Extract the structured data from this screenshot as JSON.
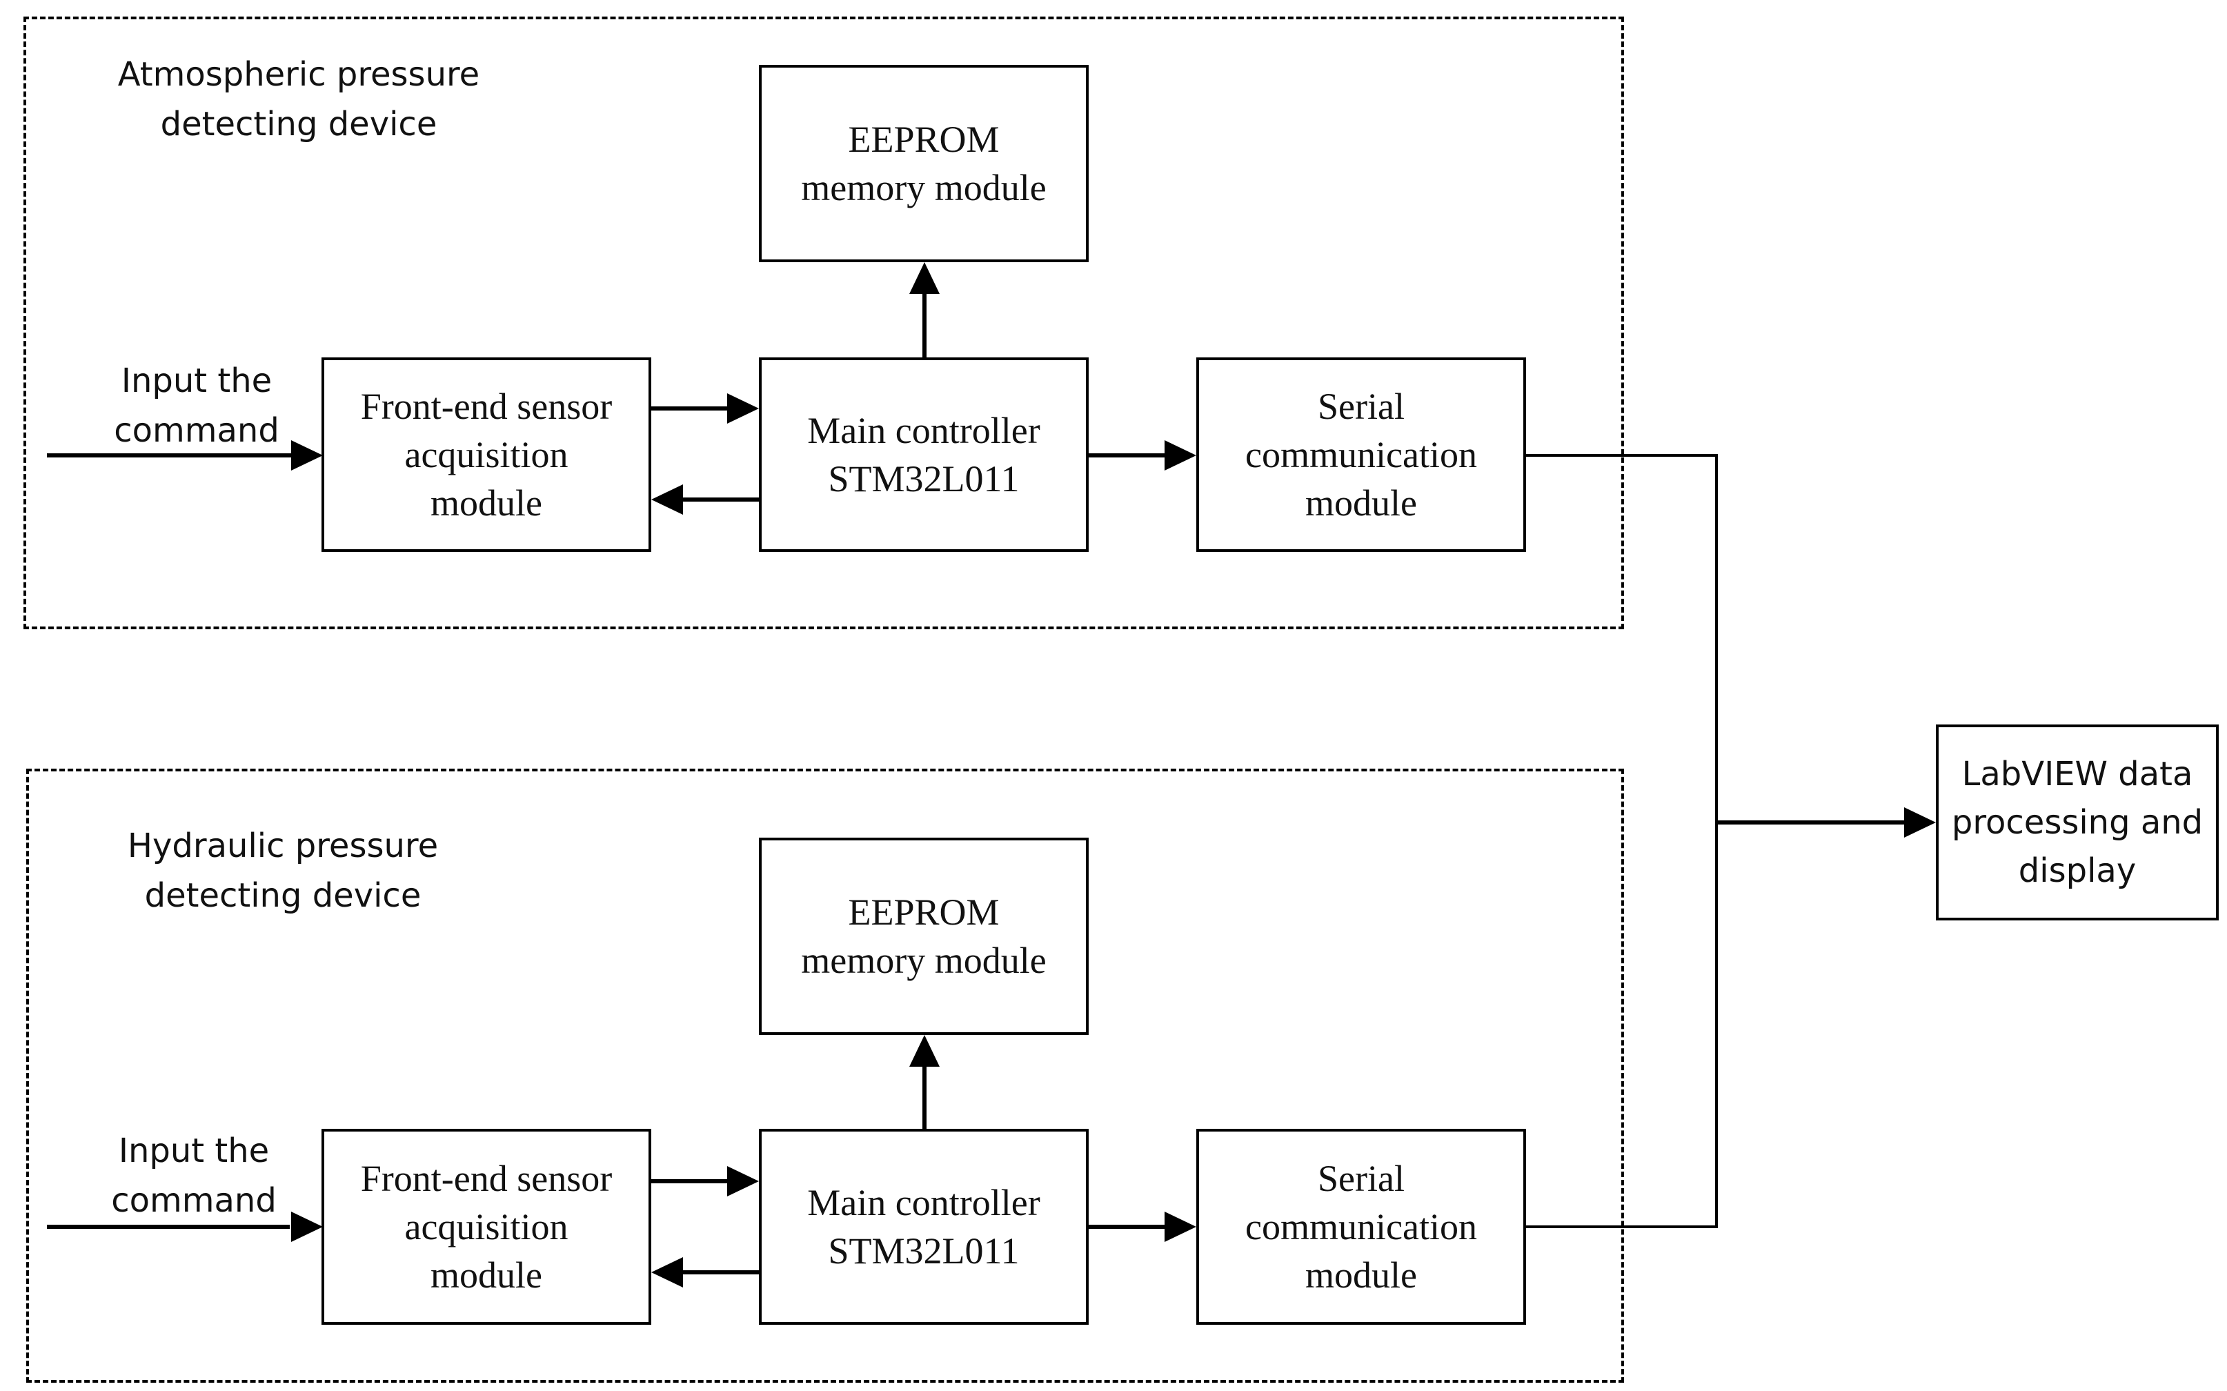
{
  "groups": [
    {
      "title": "Atmospheric pressure\ndetecting device",
      "input_label": "Input the\ncommand",
      "sensor": "Front-end sensor\nacquisition\nmodule",
      "controller": "Main controller\nSTM32L011",
      "eeprom": "EEPROM\nmemory module",
      "serial": "Serial\ncommunication\nmodule"
    },
    {
      "title": "Hydraulic pressure\ndetecting device",
      "input_label": "Input the\ncommand",
      "sensor": "Front-end sensor\nacquisition\nmodule",
      "controller": "Main controller\nSTM32L011",
      "eeprom": "EEPROM\nmemory module",
      "serial": "Serial\ncommunication\nmodule"
    }
  ],
  "output": "LabVIEW data\nprocessing and\ndisplay"
}
